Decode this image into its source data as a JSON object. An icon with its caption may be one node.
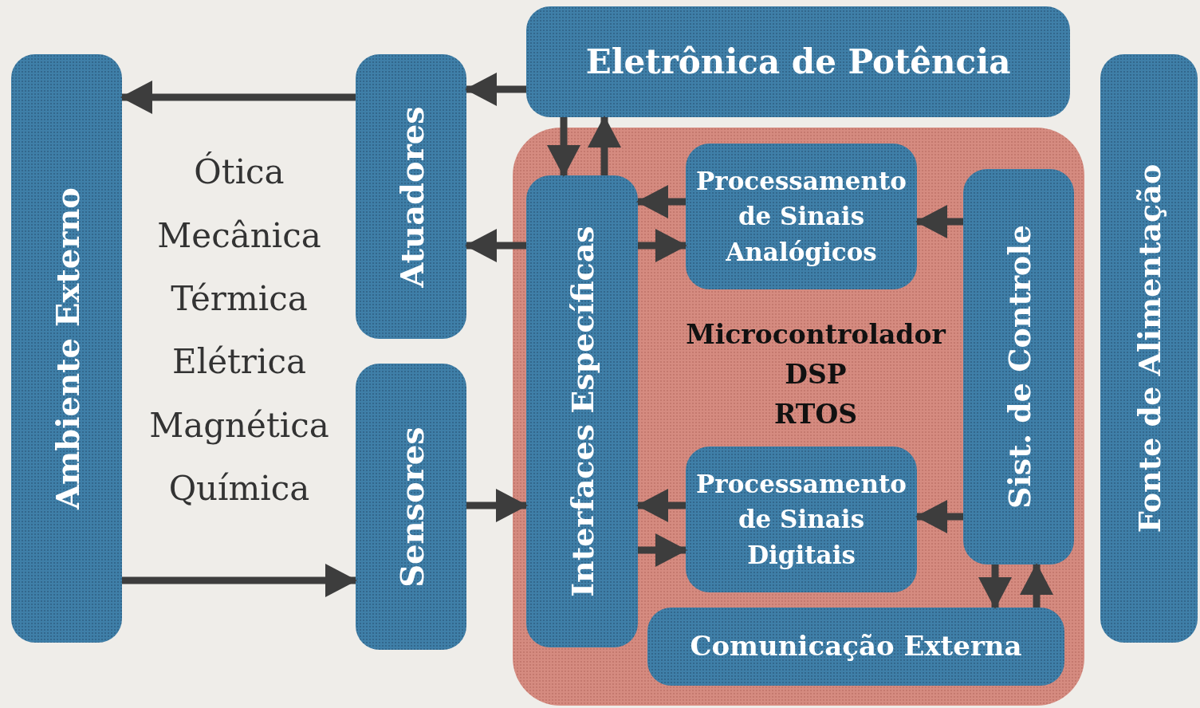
{
  "diagram": {
    "nodes": [
      {
        "text": [
          "Ambiente Externo"
        ]
      },
      {
        "text": [
          "Atuadores"
        ]
      },
      {
        "text": [
          "Sensores"
        ]
      },
      {
        "text": [
          "Eletrônica de Potência"
        ]
      },
      {
        "text": [
          "Fonte de Alimentação"
        ]
      },
      {
        "text": [
          "Microcontrolador",
          "DSP",
          "RTOS"
        ]
      },
      {
        "text": [
          "Interfaces Específicas"
        ],
        "in": 5
      },
      {
        "text": [
          "Processamento de Sinais Analógicos"
        ],
        "in": 5
      },
      {
        "text": [
          "Sist. de Controle"
        ],
        "in": 5
      },
      {
        "text": [
          "Processamento de Sinais Digitais"
        ],
        "in": 5
      },
      {
        "text": [
          "Comunicação Externa"
        ],
        "in": 5
      }
    ],
    "edges": [
      {
        "from": 1,
        "to": 0,
        "arrow": "to"
      },
      {
        "from": 0,
        "to": 2,
        "arrow": "to"
      },
      {
        "from": 3,
        "to": 1,
        "arrow": "to"
      },
      {
        "from": 3,
        "to": 6,
        "arrow": "to"
      },
      {
        "from": 6,
        "to": 3,
        "arrow": "to"
      },
      {
        "from": 6,
        "to": 1,
        "arrow": "to"
      },
      {
        "from": 2,
        "to": 6,
        "arrow": "to"
      },
      {
        "from": 7,
        "to": 6,
        "arrow": "to"
      },
      {
        "from": 6,
        "to": 7,
        "arrow": "to"
      },
      {
        "from": 8,
        "to": 7,
        "arrow": "to"
      },
      {
        "from": 9,
        "to": 6,
        "arrow": "to"
      },
      {
        "from": 6,
        "to": 9,
        "arrow": "to"
      },
      {
        "from": 8,
        "to": 9,
        "arrow": "to"
      },
      {
        "from": 8,
        "to": 10,
        "arrow": "to"
      },
      {
        "from": 10,
        "to": 8,
        "arrow": "to"
      }
    ],
    "labels": [
      "Ótica",
      "Mecânica",
      "Térmica",
      "Elétrica",
      "Magnética",
      "Química"
    ]
  }
}
